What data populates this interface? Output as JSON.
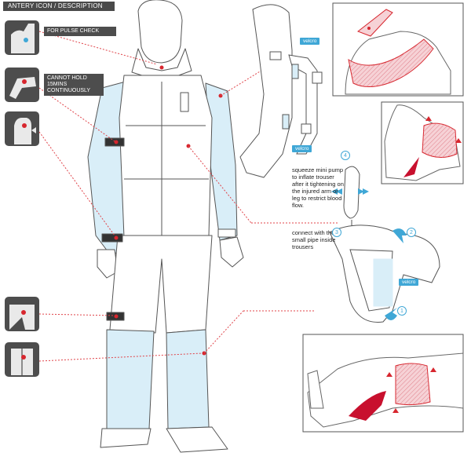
{
  "header": {
    "title": "ANTERY ICON / DESCRIPTION"
  },
  "labels": {
    "pulse_check": "FOR PULSE CHECK",
    "cannot_hold": "CANNOT HOLD 15MINS CONTINUOUSLY",
    "velcro_1": "velcro",
    "velcro_2": "velcro",
    "velcro_3": "velcro",
    "squeeze_note": "squeeze mini pump to inflate trouser after it tightening on the injured arm or leg to restrict blood flow.",
    "connect_note": "connect with the small pipe inside trousers"
  },
  "steps": [
    "4",
    "3",
    "2",
    "1"
  ],
  "colors": {
    "accent_blue": "#3fa7d6",
    "suit_blue": "#d9eef8",
    "marker_red": "#d7262e",
    "leader_red": "#e0444a",
    "icon_bg": "#4d4d4d",
    "wound_red": "#c8102e"
  }
}
